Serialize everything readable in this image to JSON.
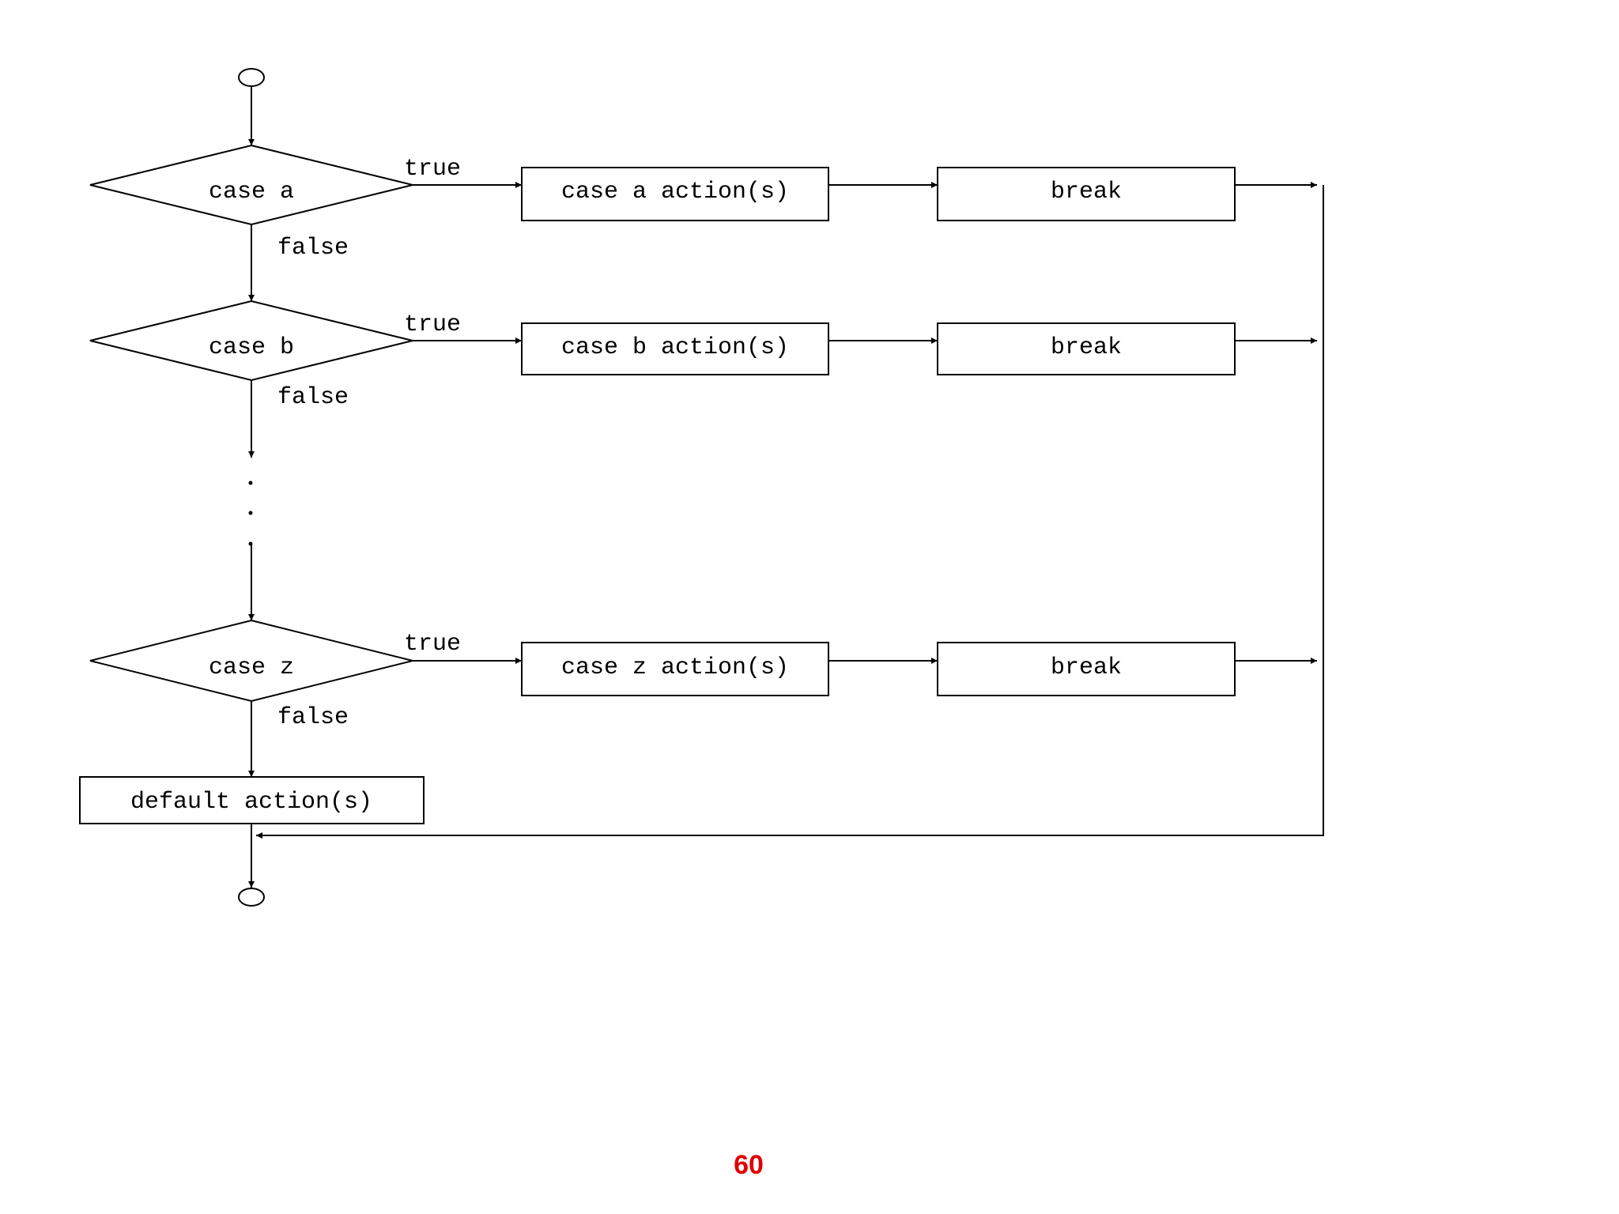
{
  "nodes": {
    "start": "",
    "case_a": "case a",
    "case_a_action": "case a action(s)",
    "case_a_break": "break",
    "case_b": "case b",
    "case_b_action": "case b action(s)",
    "case_b_break": "break",
    "case_z": "case z",
    "case_z_action": "case z action(s)",
    "case_z_break": "break",
    "default_action": "default action(s)",
    "end": ""
  },
  "edge_labels": {
    "case_a_true": "true",
    "case_a_false": "false",
    "case_b_true": "true",
    "case_b_false": "false",
    "case_z_true": "true",
    "case_z_false": "false"
  },
  "page_number": "60",
  "colors": {
    "line": "#000000",
    "page_number": "#e00000"
  }
}
